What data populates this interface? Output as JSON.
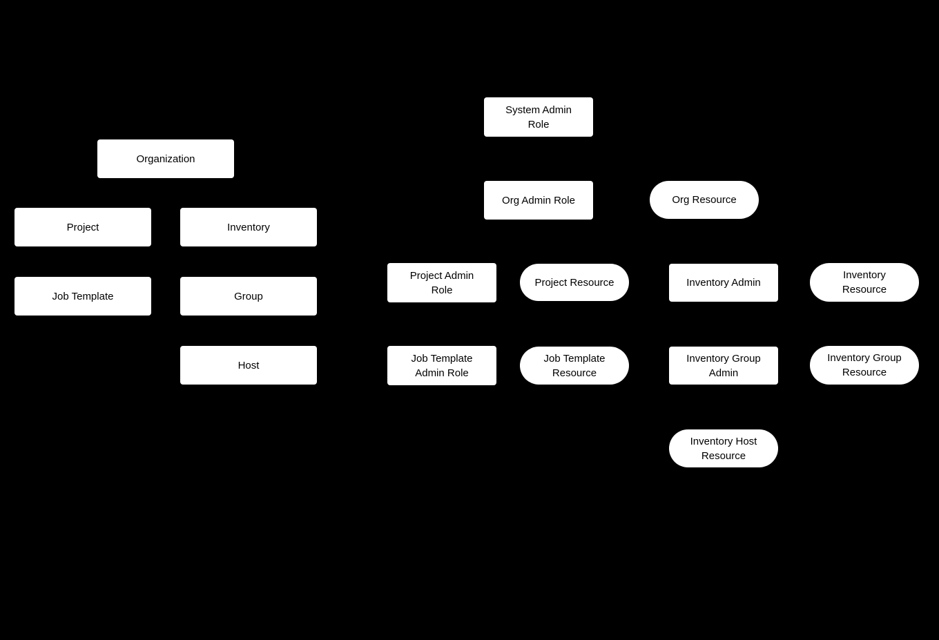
{
  "colors": {
    "background": "#000000",
    "node_fill": "#ffffff",
    "node_text": "#000000"
  },
  "nodes": {
    "organization": {
      "label": "Organization",
      "shape": "rect"
    },
    "project": {
      "label": "Project",
      "shape": "rect"
    },
    "inventory": {
      "label": "Inventory",
      "shape": "rect"
    },
    "job_template": {
      "label": "Job Template",
      "shape": "rect"
    },
    "group": {
      "label": "Group",
      "shape": "rect"
    },
    "host": {
      "label": "Host",
      "shape": "rect"
    },
    "system_admin_role": {
      "label": "System Admin\nRole",
      "shape": "rect"
    },
    "org_admin_role": {
      "label": "Org Admin Role",
      "shape": "rect"
    },
    "org_resource": {
      "label": "Org Resource",
      "shape": "pill"
    },
    "project_admin_role": {
      "label": "Project Admin\nRole",
      "shape": "rect"
    },
    "project_resource": {
      "label": "Project Resource",
      "shape": "pill"
    },
    "inventory_admin": {
      "label": "Inventory Admin",
      "shape": "rect"
    },
    "inventory_resource": {
      "label": "Inventory\nResource",
      "shape": "pill"
    },
    "job_template_admin_role": {
      "label": "Job Template\nAdmin Role",
      "shape": "rect"
    },
    "job_template_resource": {
      "label": "Job Template\nResource",
      "shape": "pill"
    },
    "inventory_group_admin": {
      "label": "Inventory Group\nAdmin",
      "shape": "rect"
    },
    "inventory_group_resource": {
      "label": "Inventory Group\nResource",
      "shape": "pill"
    },
    "inventory_host_resource": {
      "label": "Inventory Host\nResource",
      "shape": "pill"
    }
  }
}
